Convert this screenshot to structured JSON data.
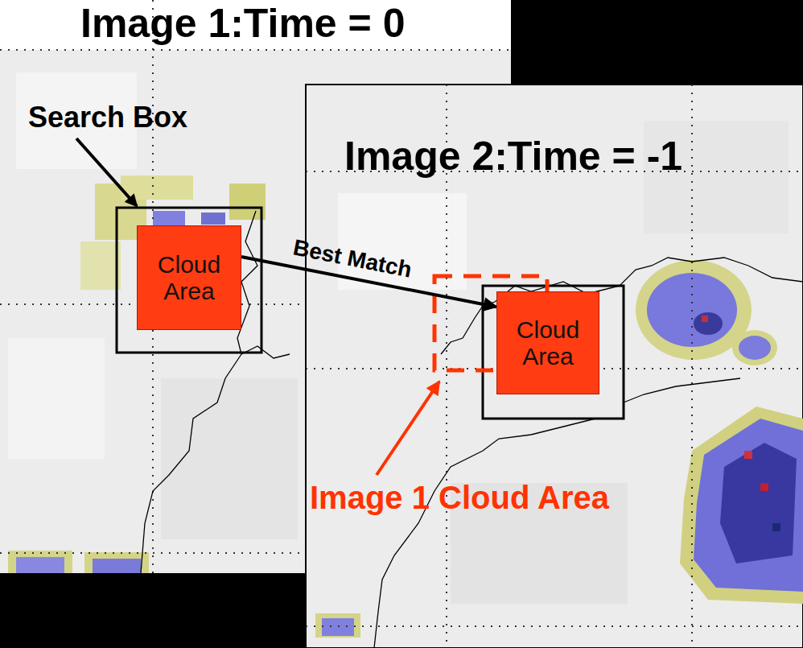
{
  "diagram": {
    "nodes": [
      {
        "text": [
          "Image 1:Time = 0"
        ]
      },
      {
        "text": [
          "Cloud Area"
        ],
        "in": 0
      },
      {
        "text": [
          "Image 2:Time = -1"
        ]
      },
      {
        "text": [
          "Cloud Area"
        ],
        "in": 2
      }
    ],
    "edges": [
      {
        "from": 1,
        "to": 3,
        "arrow": "to",
        "label": "Best Match"
      }
    ],
    "labels": [
      "Search Box",
      "Image 1 Cloud Area"
    ]
  }
}
